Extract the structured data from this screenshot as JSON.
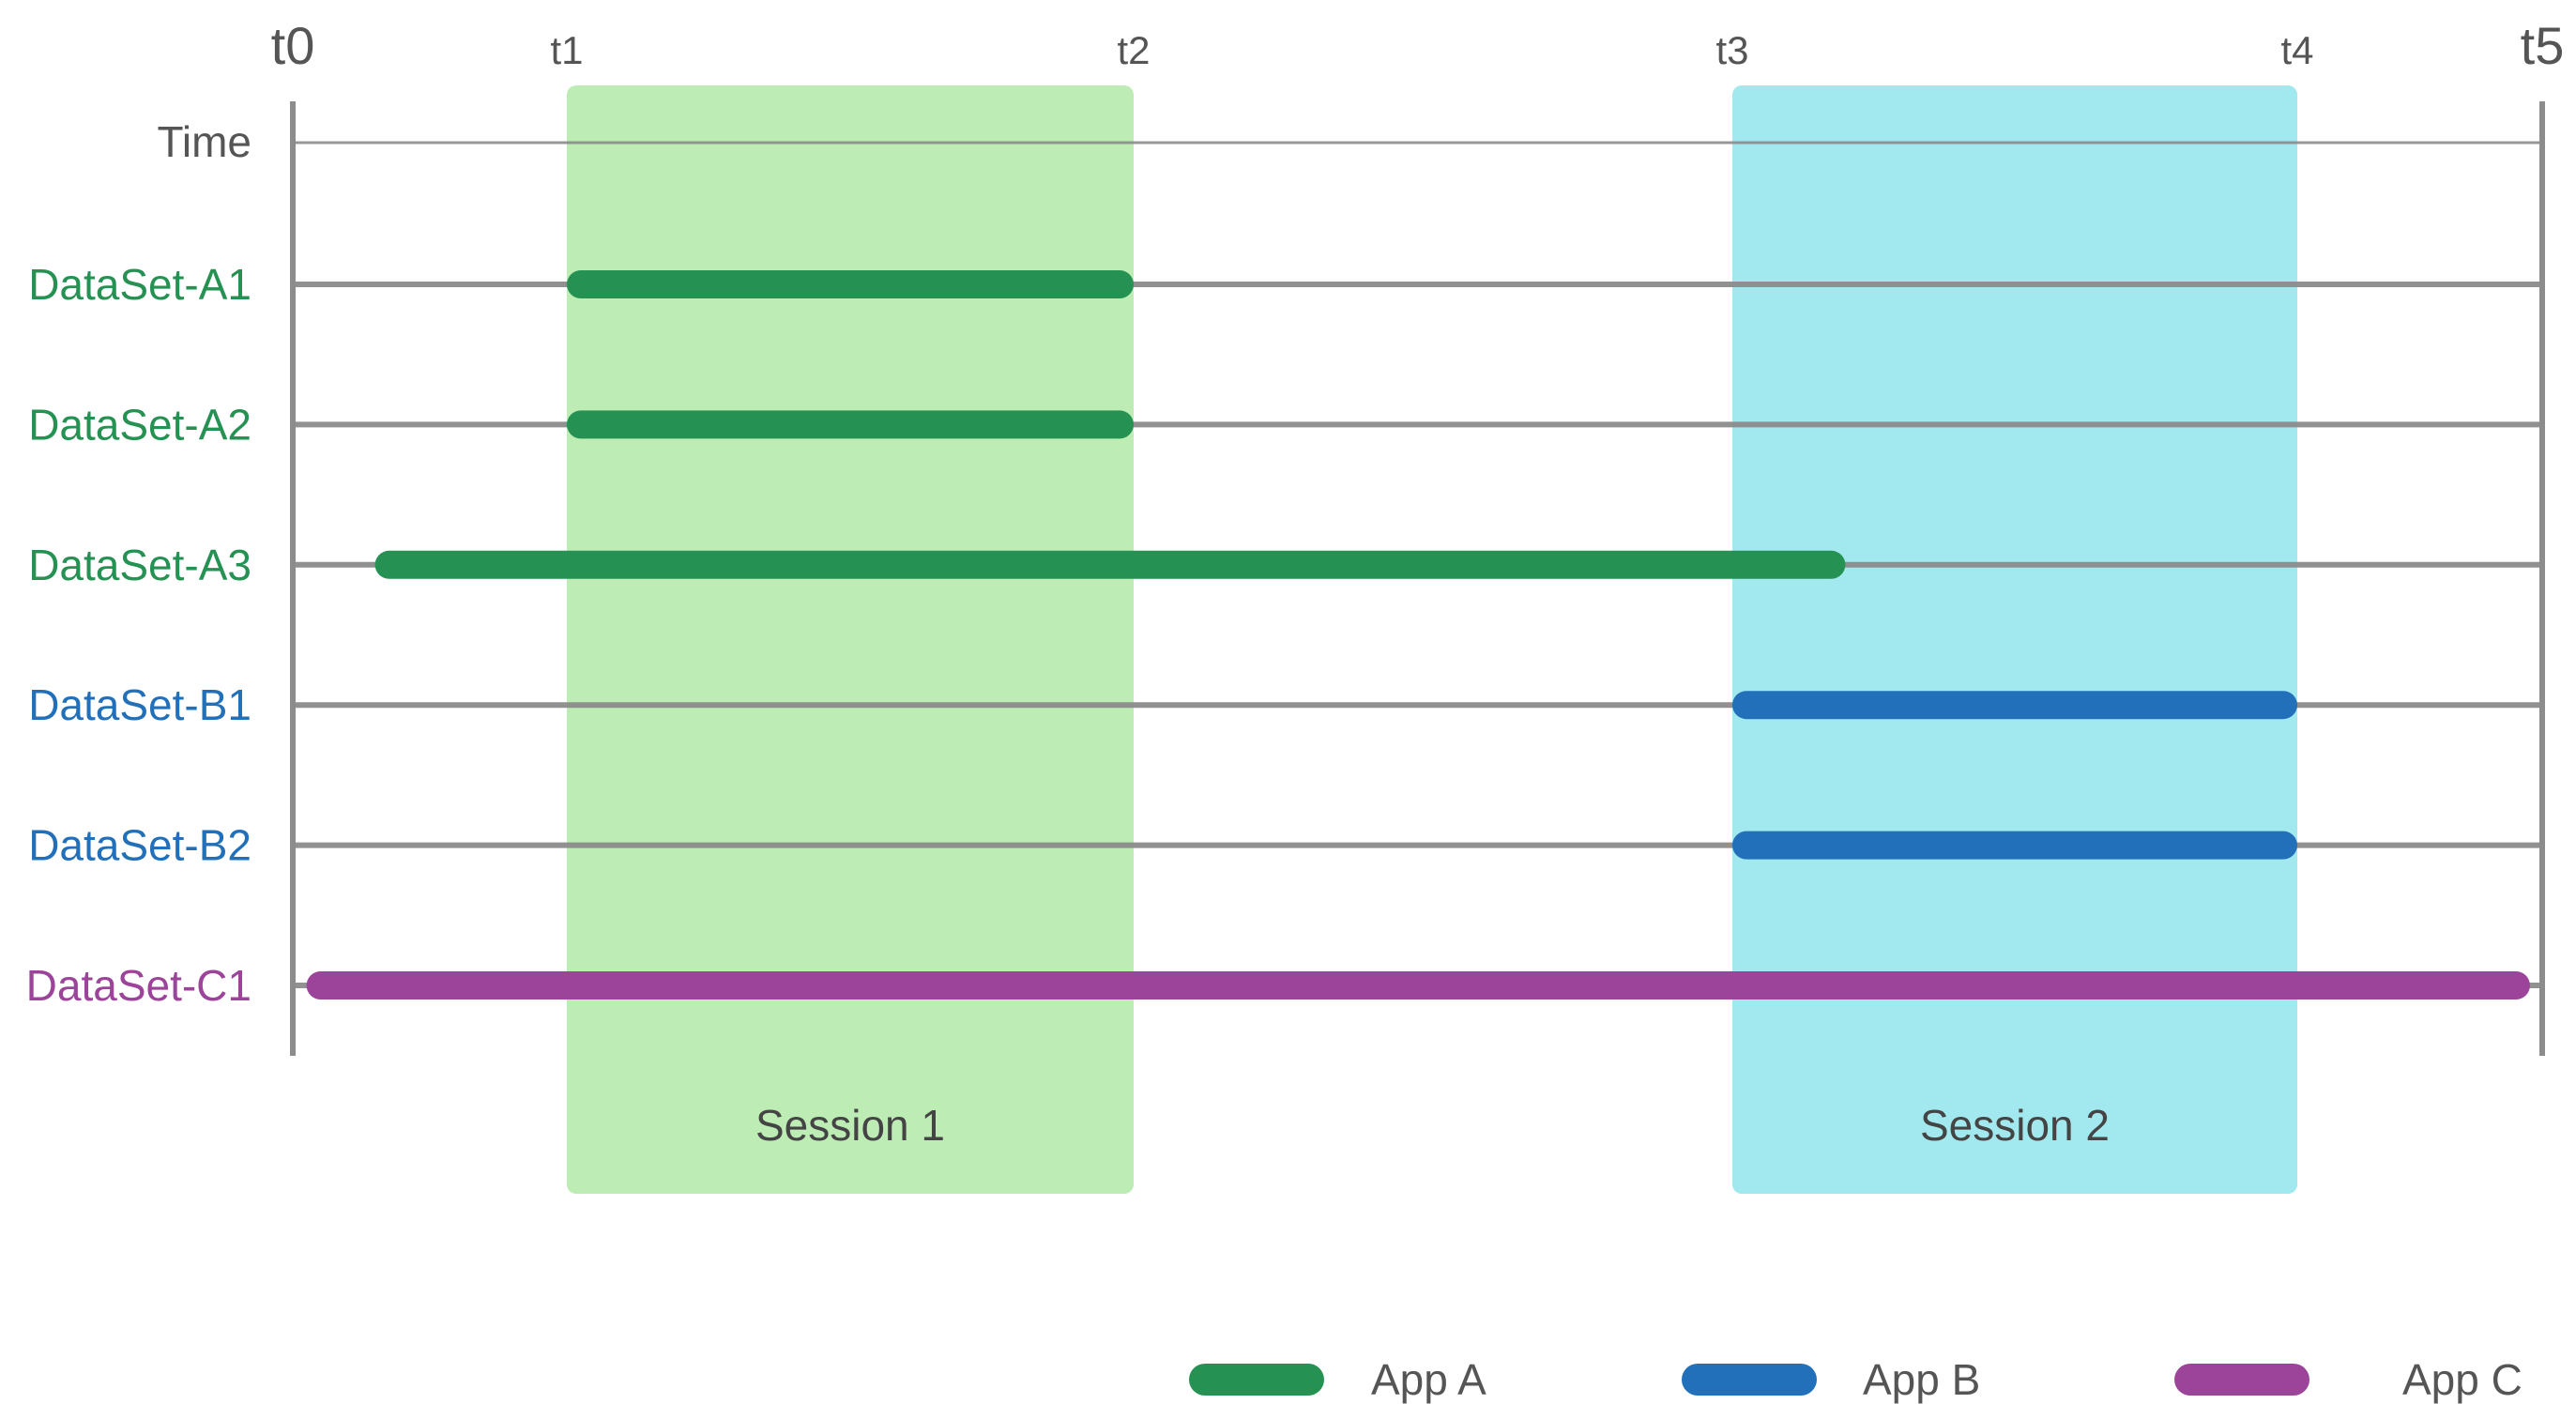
{
  "chart_data": {
    "type": "timeline",
    "ticks": [
      "t0",
      "t1",
      "t2",
      "t3",
      "t4",
      "t5"
    ],
    "time_row_label": "Time",
    "sessions": [
      {
        "label": "Session 1",
        "start": 1,
        "end": 2,
        "color": "#BDEDB5"
      },
      {
        "label": "Session 2",
        "start": 3,
        "end": 4,
        "color": "#A2E8EF"
      }
    ],
    "rows": [
      {
        "label": "DataSet-A1",
        "app": "App A",
        "start": 1,
        "end": 2
      },
      {
        "label": "DataSet-A2",
        "app": "App A",
        "start": 1,
        "end": 2
      },
      {
        "label": "DataSet-A3",
        "app": "App A",
        "start": 0.3,
        "end": 3.2
      },
      {
        "label": "DataSet-B1",
        "app": "App B",
        "start": 3,
        "end": 4
      },
      {
        "label": "DataSet-B2",
        "app": "App B",
        "start": 3,
        "end": 4
      },
      {
        "label": "DataSet-C1",
        "app": "App C",
        "start": 0.05,
        "end": 4.95
      }
    ],
    "legend": [
      {
        "label": "App A",
        "color": "#259152"
      },
      {
        "label": "App B",
        "color": "#2270BA"
      },
      {
        "label": "App C",
        "color": "#9C4499"
      }
    ],
    "legend_position": "bottom-right",
    "axis_color": "#8C8C8C",
    "text_color": "#555555"
  }
}
